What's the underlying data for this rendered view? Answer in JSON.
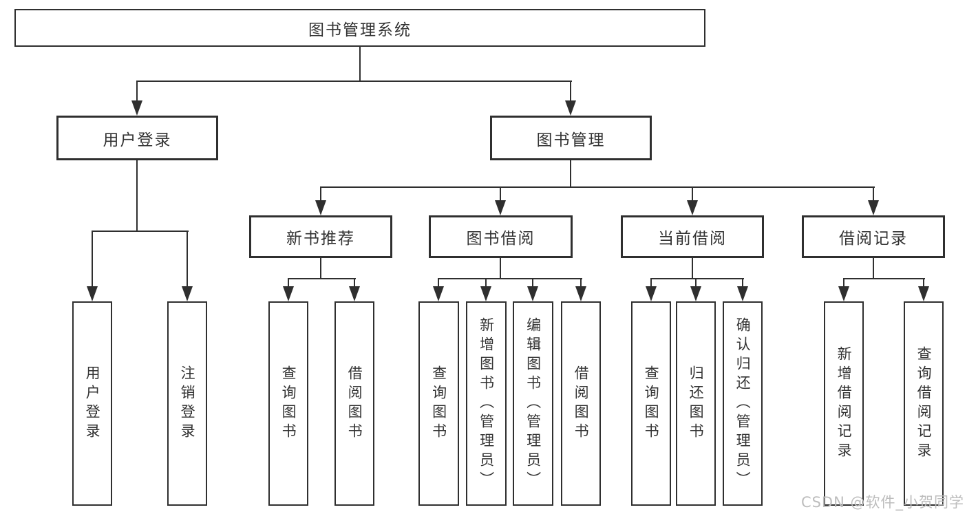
{
  "diagram": {
    "type": "hierarchy-diagram",
    "colors": {
      "line": "#2f2f2f",
      "text": "#333333",
      "box_background": "#ffffff"
    },
    "root": {
      "label": "图书管理系统"
    },
    "level2": [
      {
        "id": "user-login",
        "label": "用户登录"
      },
      {
        "id": "book-management",
        "label": "图书管理"
      }
    ],
    "level3": [
      {
        "id": "new-book-recommend",
        "label": "新书推荐",
        "parent": "book-management"
      },
      {
        "id": "book-borrow",
        "label": "图书借阅",
        "parent": "book-management"
      },
      {
        "id": "current-borrow",
        "label": "当前借阅",
        "parent": "book-management"
      },
      {
        "id": "borrow-records",
        "label": "借阅记录",
        "parent": "book-management"
      }
    ],
    "leaves": [
      {
        "label": "用户登录",
        "parent": "user-login"
      },
      {
        "label": "注销登录",
        "parent": "user-login"
      },
      {
        "label": "查询图书",
        "parent": "new-book-recommend"
      },
      {
        "label": "借阅图书",
        "parent": "new-book-recommend"
      },
      {
        "label": "查询图书",
        "parent": "book-borrow"
      },
      {
        "label": "新增图书（管理员）",
        "parent": "book-borrow"
      },
      {
        "label": "编辑图书（管理员）",
        "parent": "book-borrow"
      },
      {
        "label": "借阅图书",
        "parent": "book-borrow"
      },
      {
        "label": "查询图书",
        "parent": "current-borrow"
      },
      {
        "label": "归还图书",
        "parent": "current-borrow"
      },
      {
        "label": "确认归还（管理员）",
        "parent": "current-borrow"
      },
      {
        "label": "新增借阅记录",
        "parent": "borrow-records"
      },
      {
        "label": "查询借阅记录",
        "parent": "borrow-records"
      }
    ]
  },
  "watermark": {
    "text": "CSDN @软件_小贺同学",
    "color": "#bdbdbd"
  }
}
